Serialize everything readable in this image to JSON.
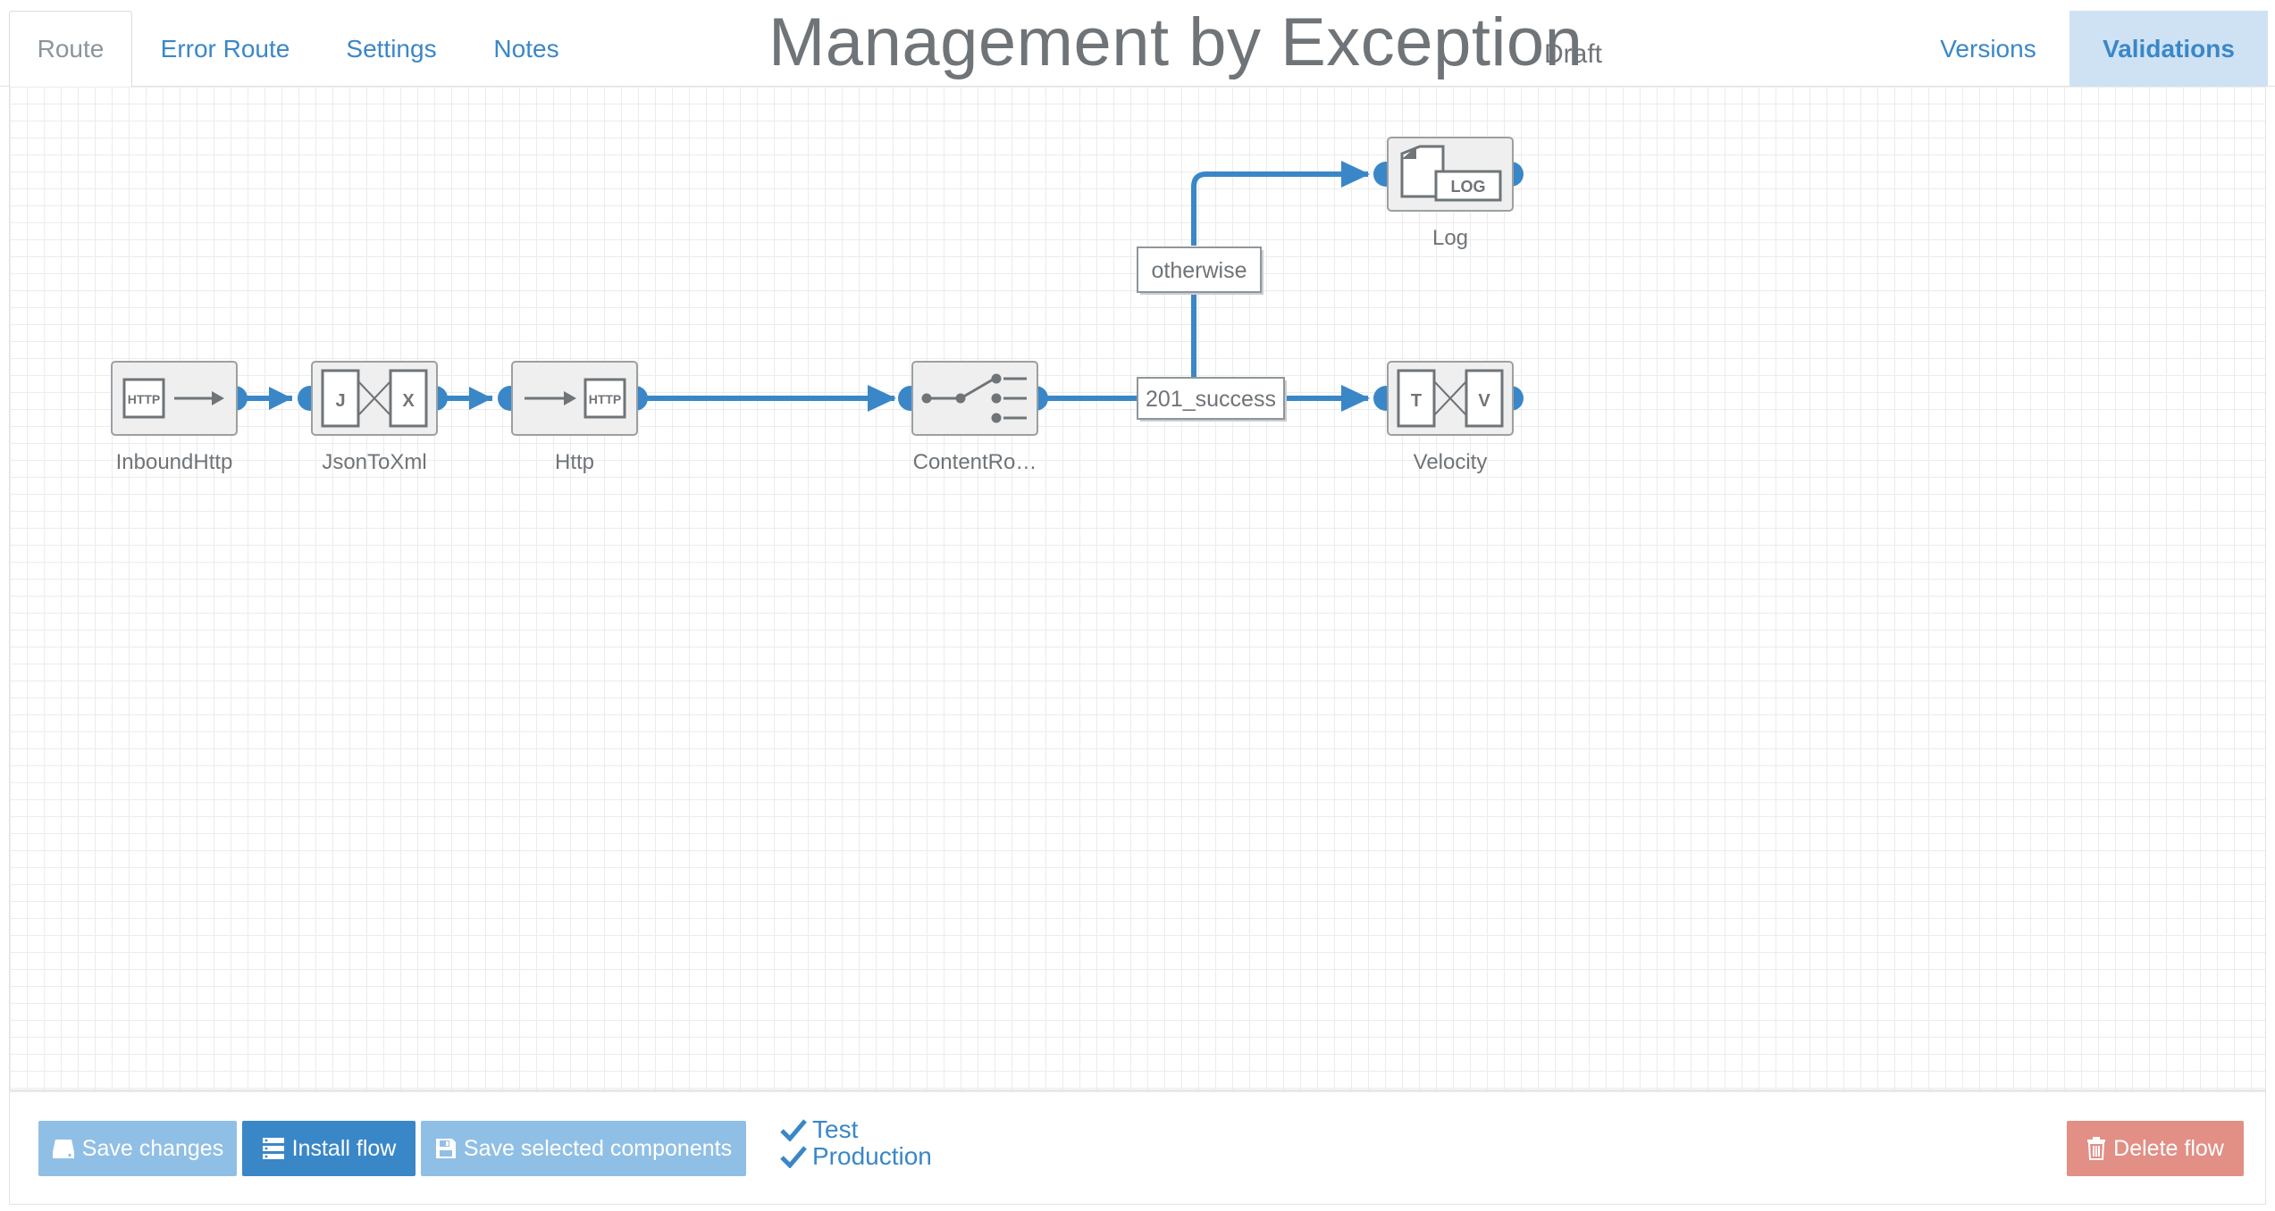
{
  "tabs": {
    "route": "Route",
    "error_route": "Error Route",
    "settings": "Settings",
    "notes": "Notes",
    "versions": "Versions",
    "validations": "Validations"
  },
  "header": {
    "title": "Management by Exception",
    "status": "Draft"
  },
  "flow": {
    "nodes": {
      "inbound_http": {
        "label": "InboundHttp",
        "badge": "HTTP",
        "icon": "http-inbound-icon"
      },
      "json_to_xml": {
        "label": "JsonToXml",
        "left": "J",
        "right": "X",
        "icon": "transform-icon"
      },
      "http": {
        "label": "Http",
        "badge": "HTTP",
        "icon": "http-outbound-icon"
      },
      "content_router": {
        "label": "ContentRo…",
        "icon": "switch-icon"
      },
      "log": {
        "label": "Log",
        "badge": "LOG",
        "icon": "log-icon"
      },
      "velocity": {
        "label": "Velocity",
        "left": "T",
        "right": "V",
        "icon": "transform-icon"
      }
    },
    "conditions": {
      "otherwise": "otherwise",
      "success": "201_success"
    }
  },
  "toolbar": {
    "save_changes": "Save changes",
    "install_flow": "Install flow",
    "save_selected": "Save selected components",
    "env_test": "Test",
    "env_production": "Production",
    "delete_flow": "Delete flow"
  },
  "colors": {
    "accent": "#3a87c8",
    "accent_light": "#90bfe5",
    "danger": "#e28f86",
    "node_fill": "#efefef",
    "node_stroke": "#9aa0a4"
  }
}
